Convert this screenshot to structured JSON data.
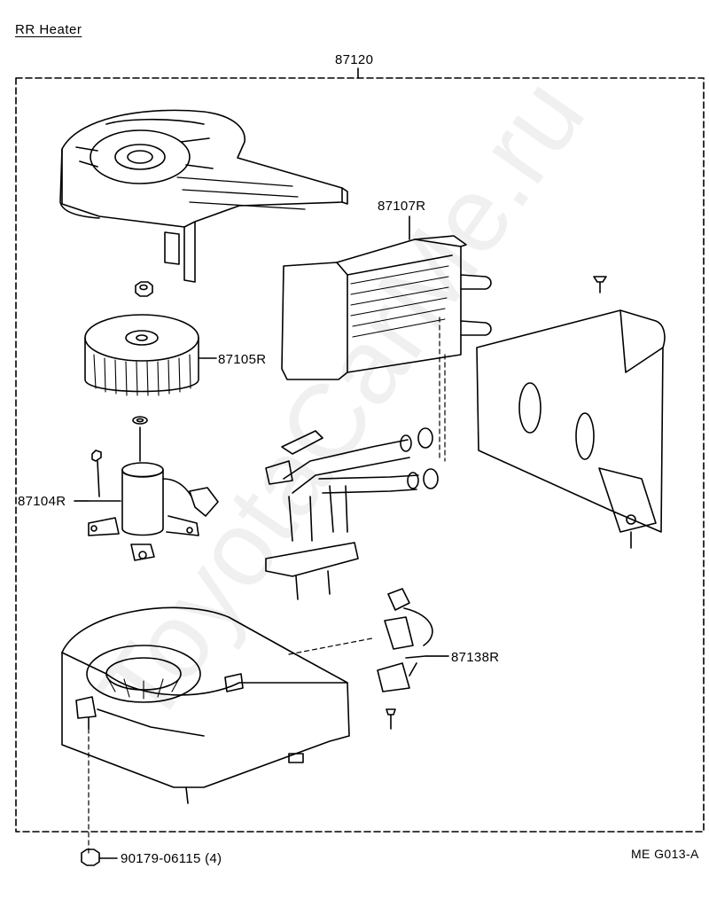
{
  "title": "RR  Heater",
  "assembly_label": "87120",
  "parts": {
    "p87107R": "87107R",
    "p87105R": "87105R",
    "p87104R": "87104R",
    "p87138R": "87138R",
    "p90179": "90179-06115 (4)"
  },
  "figure_code": "ME  G013-A",
  "watermark": "ToyotaCarMe.ru"
}
